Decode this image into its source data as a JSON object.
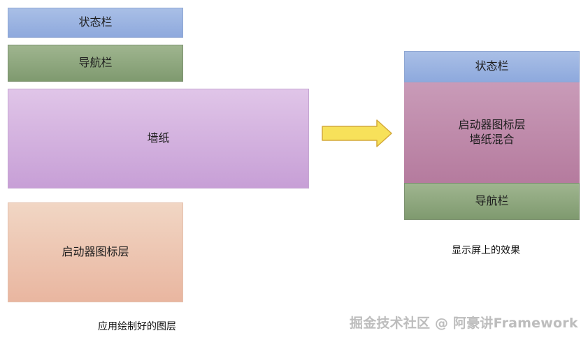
{
  "left": {
    "status_bar": "状态栏",
    "nav_bar": "导航栏",
    "wallpaper": "墙纸",
    "launcher_layer": "启动器图标层",
    "caption": "应用绘制好的图层"
  },
  "right": {
    "status_bar": "状态栏",
    "blend_line1": "启动器图标层",
    "blend_line2": "墙纸混合",
    "nav_bar": "导航栏",
    "caption": "显示屏上的效果"
  },
  "watermark": "掘金技术社区 @ 阿豪讲Framework",
  "colors": {
    "status_bar": "#9cb4e2",
    "nav_bar": "#8ea77f",
    "wallpaper": "#d4b2df",
    "launcher_layer": "#edc6b1",
    "blend": "#bf8aab",
    "arrow_fill": "#f7e15a",
    "arrow_stroke": "#d4a93a"
  }
}
